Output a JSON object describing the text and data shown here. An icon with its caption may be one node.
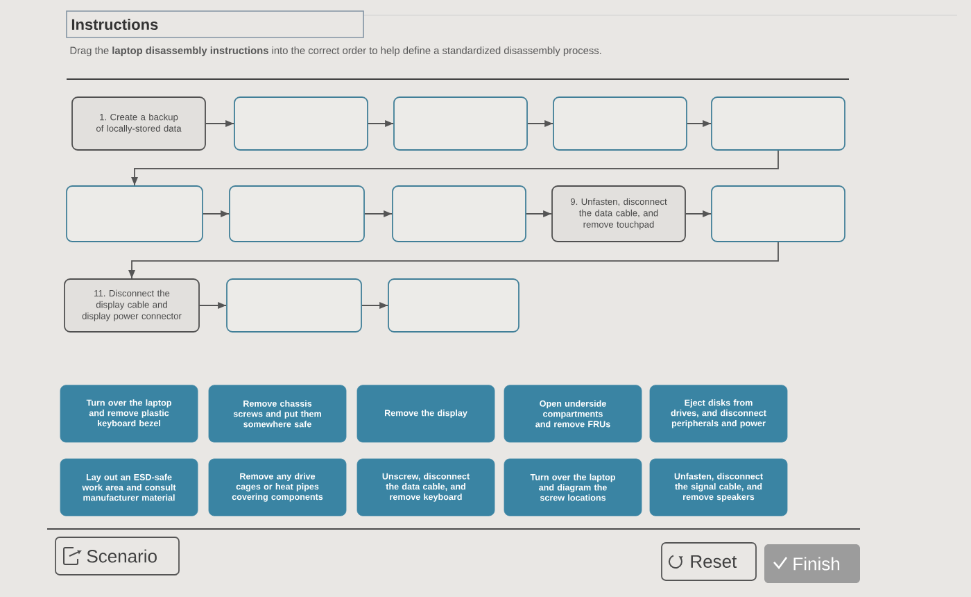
{
  "diagram": {
    "title": "Instructions",
    "nodes": [
      {
        "text": [
          "1. Create a backup of locally-stored data"
        ]
      },
      {
        "text": [],
        "shape": "box"
      },
      {
        "text": [],
        "shape": "box"
      },
      {
        "text": [],
        "shape": "box"
      },
      {
        "text": [],
        "shape": "box"
      },
      {
        "text": [],
        "shape": "box"
      },
      {
        "text": [],
        "shape": "box"
      },
      {
        "text": [],
        "shape": "box"
      },
      {
        "text": [
          "9. Unfasten, disconnect the data cable, and remove touchpad"
        ]
      },
      {
        "text": [],
        "shape": "box"
      },
      {
        "text": [
          "11. Disconnect the display cable and display power connector"
        ]
      },
      {
        "text": [],
        "shape": "box"
      },
      {
        "text": [],
        "shape": "box"
      },
      {
        "text": [
          "Turn over the laptop and remove plastic keyboard bezel"
        ]
      },
      {
        "text": [
          "Remove chassis screws and put them somewhere safe"
        ]
      },
      {
        "text": [
          "Remove the display"
        ]
      },
      {
        "text": [
          "Open underside compartments and remove FRUs"
        ]
      },
      {
        "text": [
          "Eject disks from drives, and disconnect peripherals and power"
        ]
      },
      {
        "text": [
          "Lay out an ESD-safe work area and consult manufacturer material"
        ]
      },
      {
        "text": [
          "Remove any drive cages or heat pipes covering components"
        ]
      },
      {
        "text": [
          "Unscrew, disconnect the data cable, and remove keyboard"
        ]
      },
      {
        "text": [
          "Turn over the laptop and diagram the screw locations"
        ]
      },
      {
        "text": [
          "Unfasten, disconnect the signal cable, and remove speakers"
        ]
      }
    ],
    "edges": [
      {
        "from": 0,
        "to": 1,
        "arrow": "to"
      },
      {
        "from": 1,
        "to": 2,
        "arrow": "to"
      },
      {
        "from": 2,
        "to": 3,
        "arrow": "to"
      },
      {
        "from": 3,
        "to": 4,
        "arrow": "to"
      },
      {
        "from": 4,
        "to": 5,
        "arrow": "to"
      },
      {
        "from": 5,
        "to": 6,
        "arrow": "to"
      },
      {
        "from": 6,
        "to": 7,
        "arrow": "to"
      },
      {
        "from": 7,
        "to": 8,
        "arrow": "to"
      },
      {
        "from": 8,
        "to": 9,
        "arrow": "to"
      },
      {
        "from": 9,
        "to": 10,
        "arrow": "to"
      },
      {
        "from": 10,
        "to": 11,
        "arrow": "to"
      },
      {
        "from": 11,
        "to": 12,
        "arrow": "to"
      }
    ],
    "labels": [
      "Drag the **laptop disassembly instructions** into the correct order to help define a standardized disassembly process.",
      "Scenario",
      "Reset",
      "Finish"
    ]
  }
}
